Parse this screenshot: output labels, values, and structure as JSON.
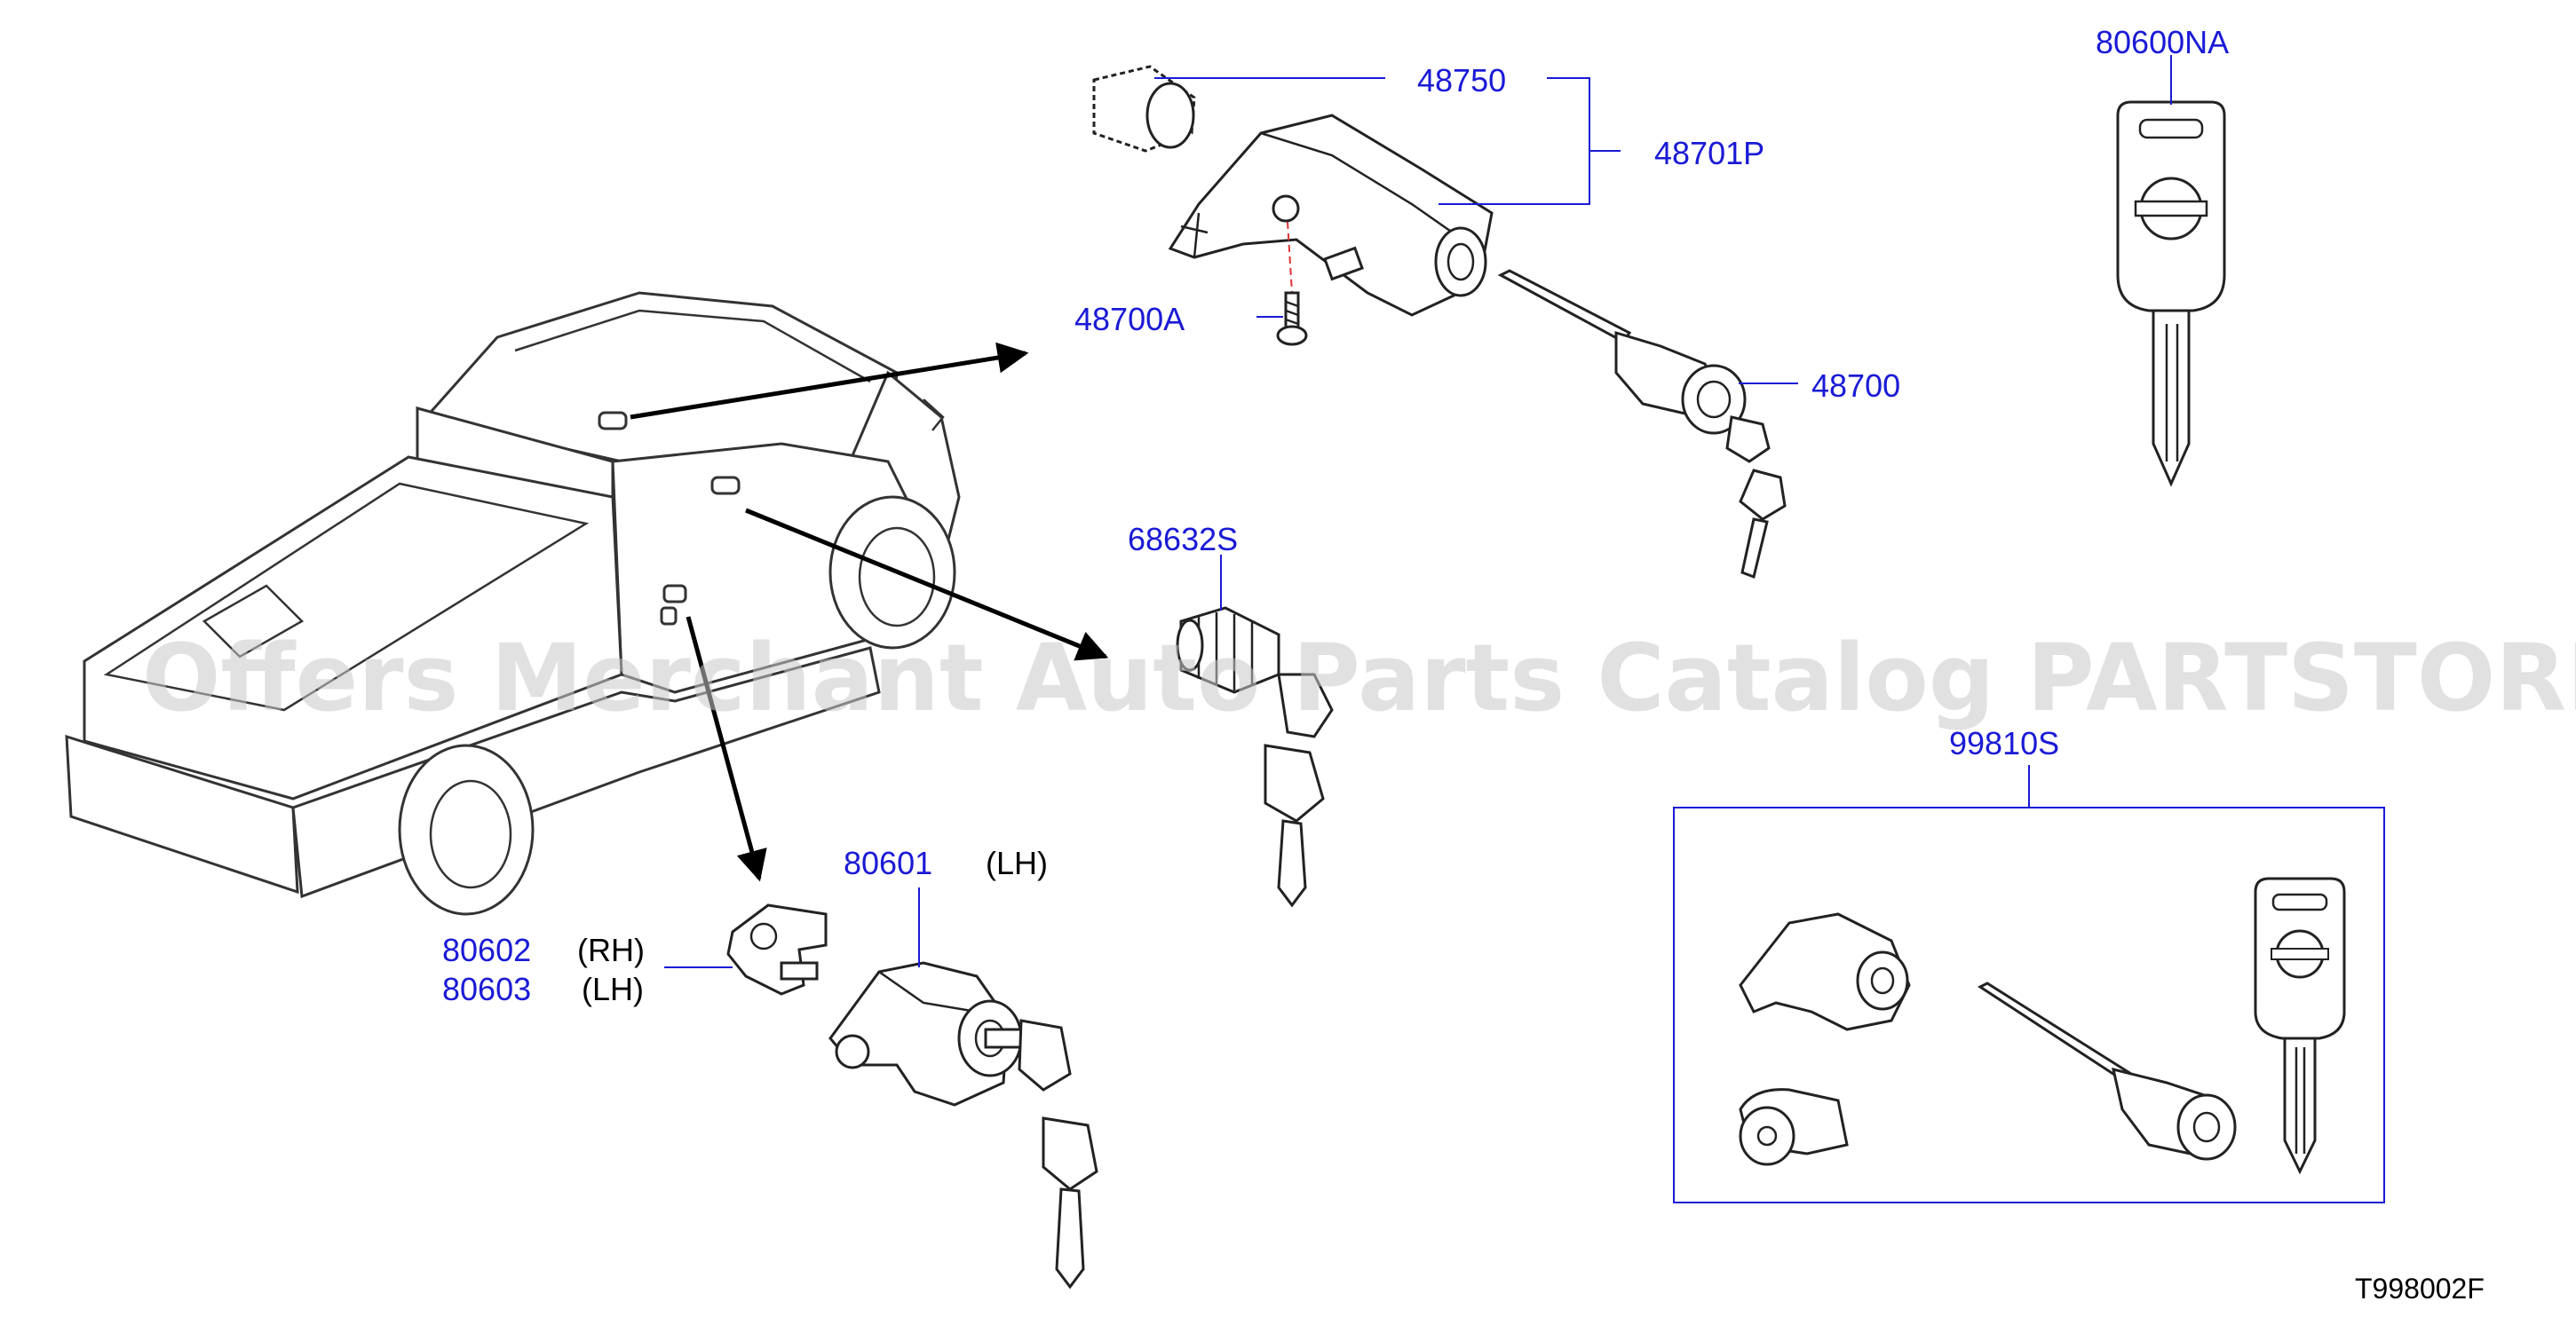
{
  "part_numbers": {
    "p48750": "48750",
    "p48701P": "48701P",
    "p48700A": "48700A",
    "p48700": "48700",
    "p80600NA": "80600NA",
    "p68632S": "68632S",
    "p99810S": "99810S",
    "p80601": "80601",
    "p80602": "80602",
    "p80603": "80603"
  },
  "side_labels": {
    "s80601": "(LH)",
    "s80602": "(RH)",
    "s80603": "(LH)"
  },
  "watermark": "Offers Merchant Auto Parts Catalog PARTSTORE.SA",
  "diagram_code": "T998002F",
  "colors": {
    "part_number": "#1a1ad6",
    "leader_line": "#1a1ad6",
    "drawing": "#222222"
  }
}
